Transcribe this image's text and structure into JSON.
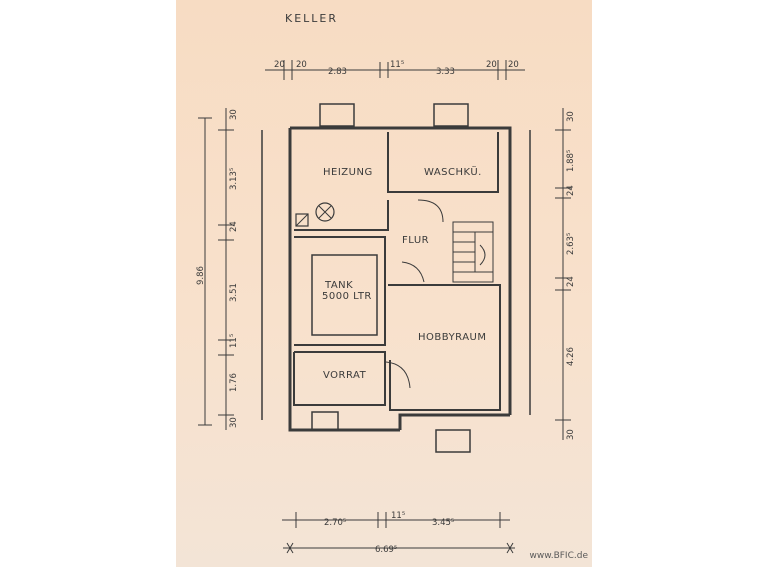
{
  "title": "KELLER",
  "rooms": {
    "heizung": "HEIZUNG",
    "wasch": "WASCHKÜ.",
    "flur": "FLUR",
    "tank_label": "TANK",
    "tank_capacity": "5000 LTR",
    "hobby": "HOBBYRAUM",
    "vorrat": "VORRAT"
  },
  "dimensions": {
    "top": [
      "20",
      "20",
      "2.83",
      "11⁵",
      "3.33",
      "20",
      "20"
    ],
    "left_total": "9.86",
    "left": [
      "30",
      "3.13⁵",
      "24",
      "3.51",
      "11⁵",
      "1.76",
      "30"
    ],
    "right": [
      "30",
      "1.88⁵",
      "24",
      "2.63⁵",
      "24",
      "4.26",
      "30"
    ],
    "bottom": [
      "2.70⁵",
      "11⁵",
      "3.45⁵"
    ],
    "bottom_total": "6.69⁵"
  },
  "credit": "www.BFIC.de",
  "colors": {
    "paper": "#f8e0ca",
    "ink": "#3b3b3b"
  }
}
